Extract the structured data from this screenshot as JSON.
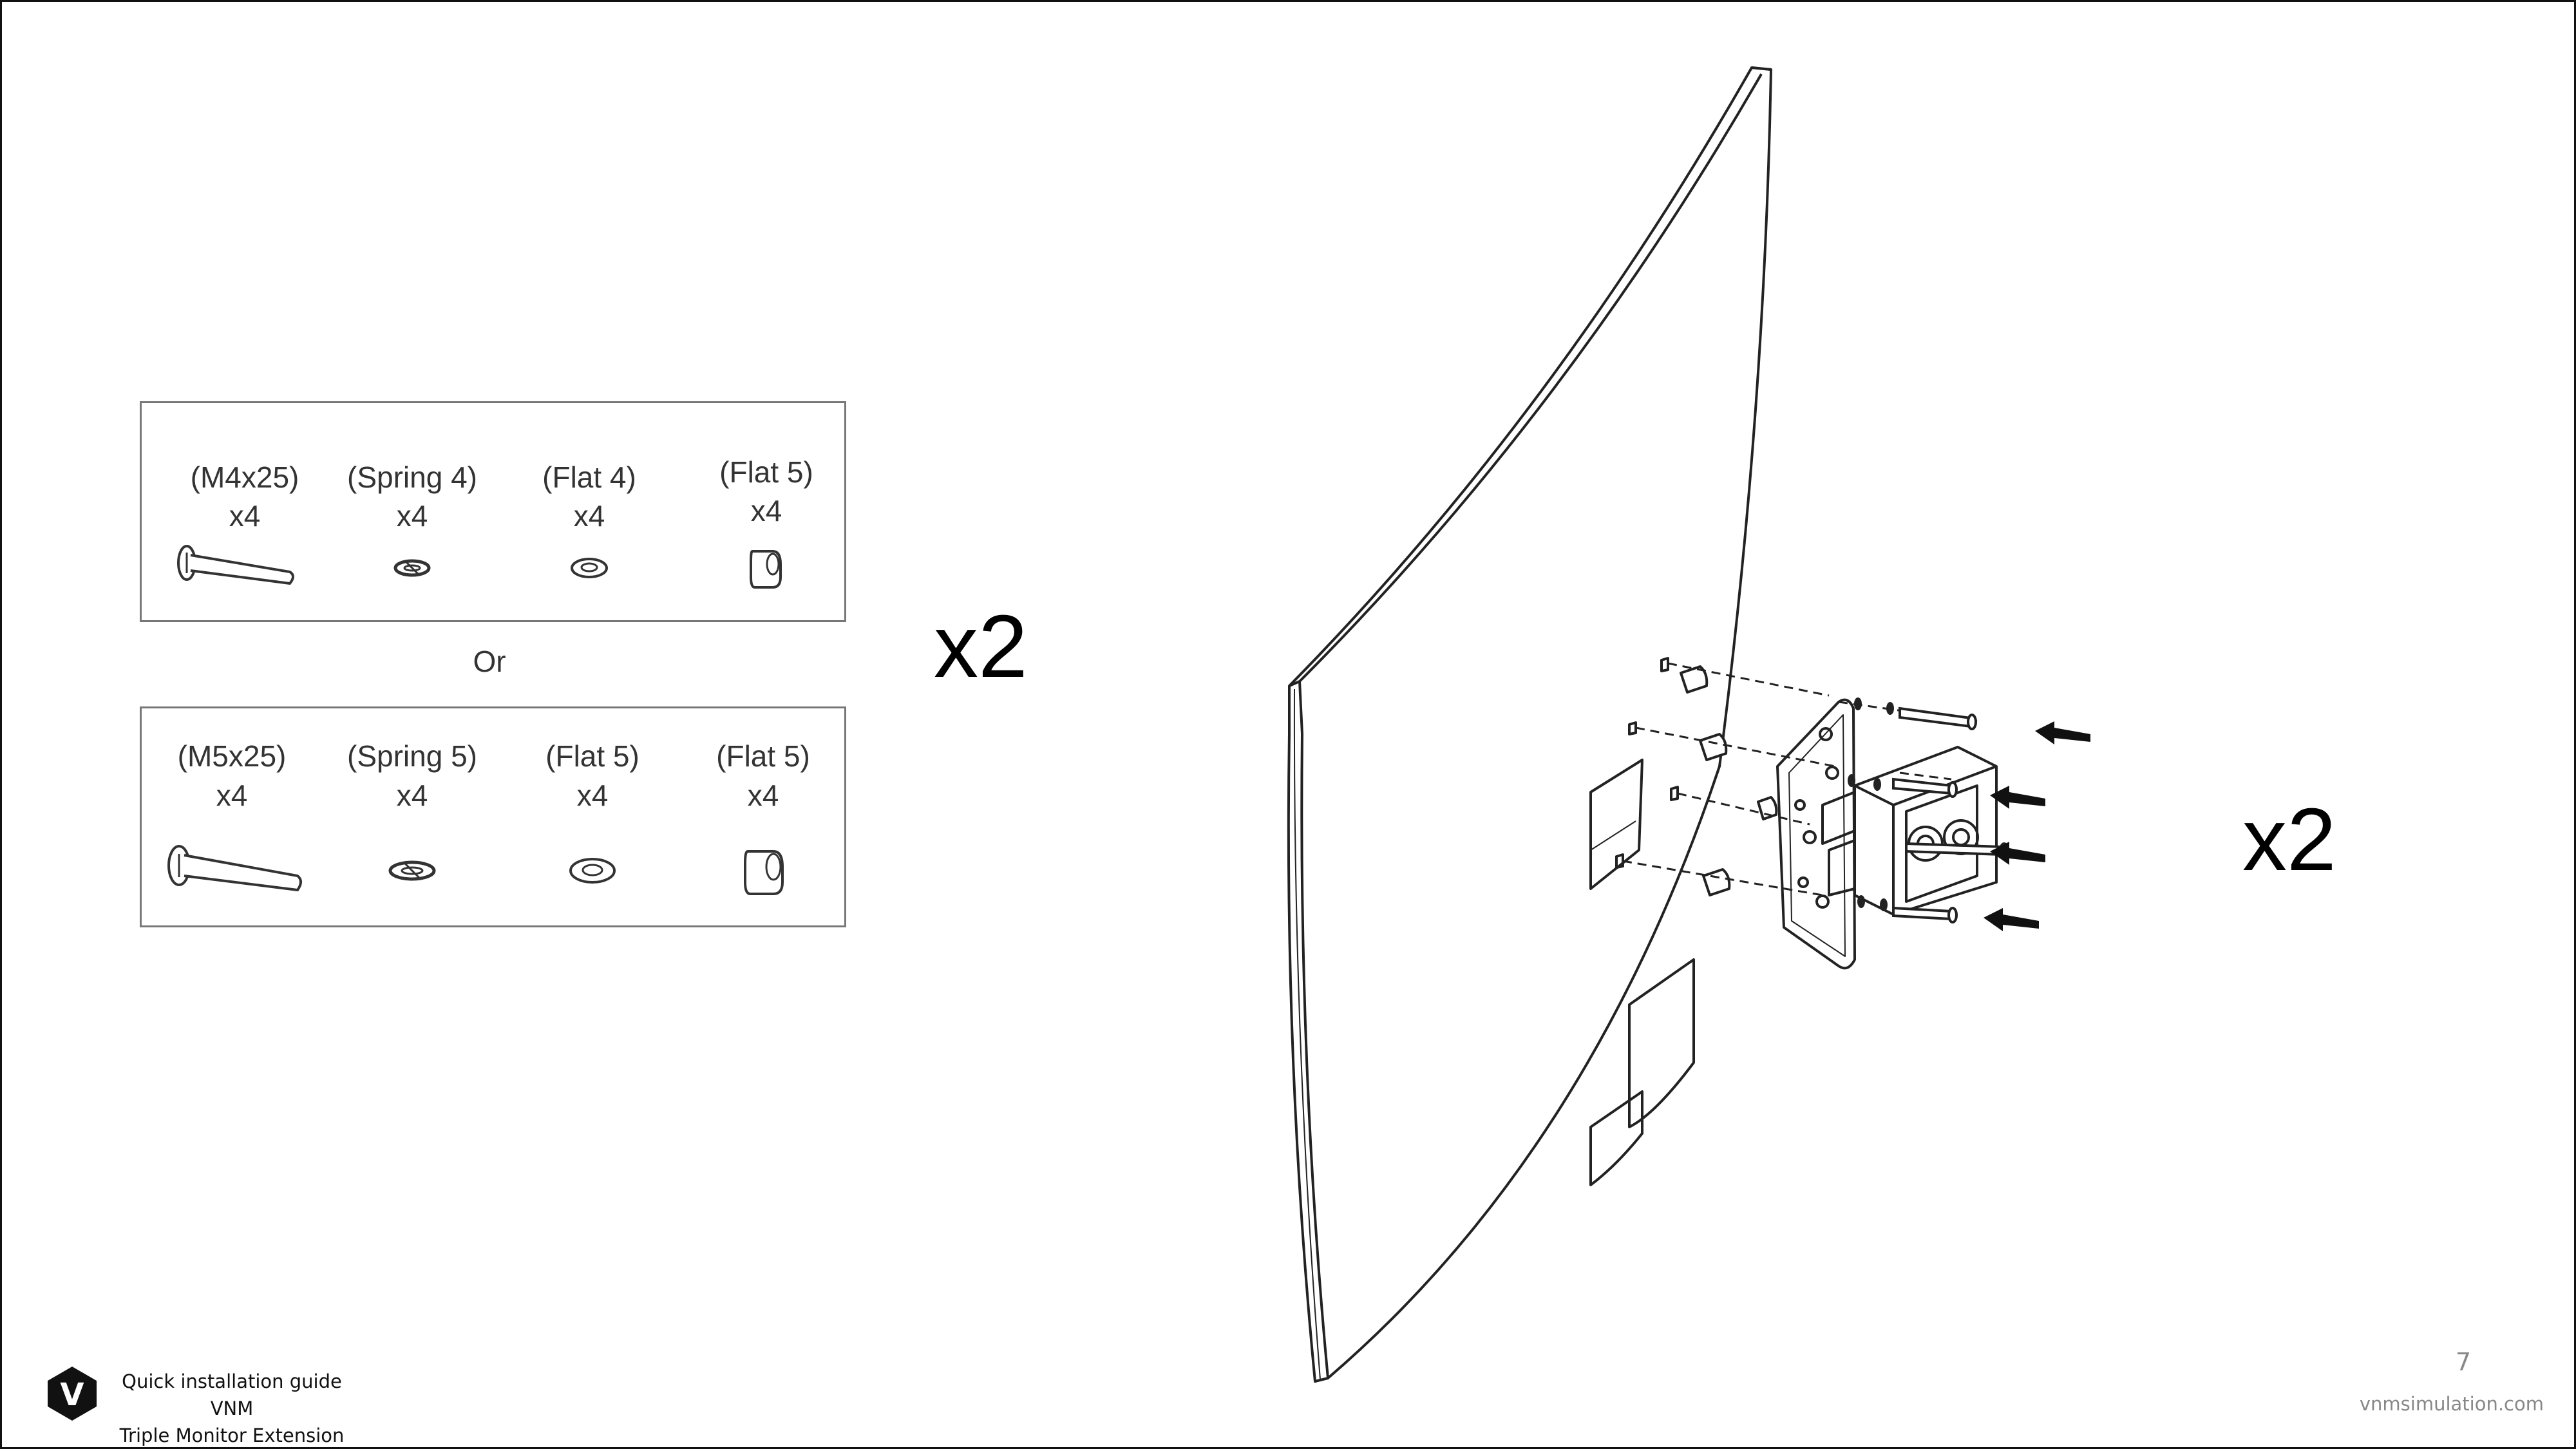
{
  "parts_set_1": [
    {
      "name": "(M4x25)",
      "qty": "x4",
      "icon": "bolt-icon"
    },
    {
      "name": "(Spring 4)",
      "qty": "x4",
      "icon": "spring-washer-icon"
    },
    {
      "name": "(Flat 4)",
      "qty": "x4",
      "icon": "flat-washer-icon"
    },
    {
      "name": "(Flat 5)",
      "qty": "x4",
      "icon": "spacer-icon"
    }
  ],
  "or_label": "Or",
  "parts_set_2": [
    {
      "name": "(M5x25)",
      "qty": "x4",
      "icon": "bolt-icon"
    },
    {
      "name": "(Spring 5)",
      "qty": "x4",
      "icon": "spring-washer-icon"
    },
    {
      "name": "(Flat 5)",
      "qty": "x4",
      "icon": "flat-washer-icon"
    },
    {
      "name": "(Flat 5)",
      "qty": "x4",
      "icon": "spacer-icon"
    }
  ],
  "multiplier_left": "x2",
  "multiplier_right": "x2",
  "footer": {
    "title_line1": "Quick installation guide VNM",
    "title_line2": "Triple Monitor Extension",
    "logo_letter": "V"
  },
  "page_number": "7",
  "website": "vnmsimulation.com"
}
